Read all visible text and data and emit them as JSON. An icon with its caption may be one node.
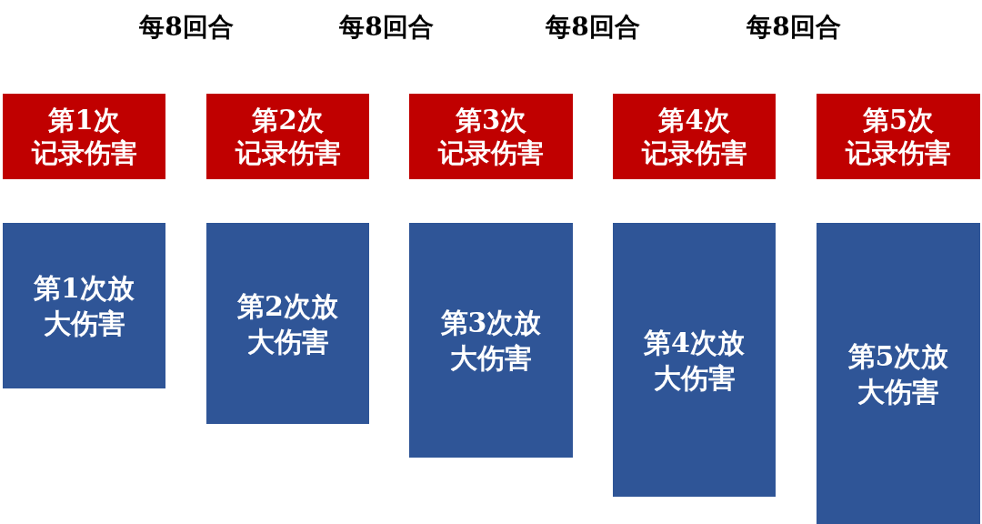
{
  "diagram": {
    "nodes": [
      {
        "text": [
          "第1次",
          "记录伤害"
        ]
      },
      {
        "text": [
          "第2次",
          "记录伤害"
        ]
      },
      {
        "text": [
          "第3次",
          "记录伤害"
        ]
      },
      {
        "text": [
          "第4次",
          "记录伤害"
        ]
      },
      {
        "text": [
          "第5次",
          "记录伤害"
        ]
      },
      {
        "text": [
          "第1次放大伤害"
        ]
      },
      {
        "text": [
          "第2次放大伤害"
        ]
      },
      {
        "text": [
          "第3次放大伤害"
        ]
      },
      {
        "text": [
          "第4次放大伤害"
        ]
      },
      {
        "text": [
          "第5次放大伤害"
        ]
      }
    ],
    "labels": [
      "每8回合",
      "每8回合",
      "每8回合",
      "每8回合"
    ]
  }
}
